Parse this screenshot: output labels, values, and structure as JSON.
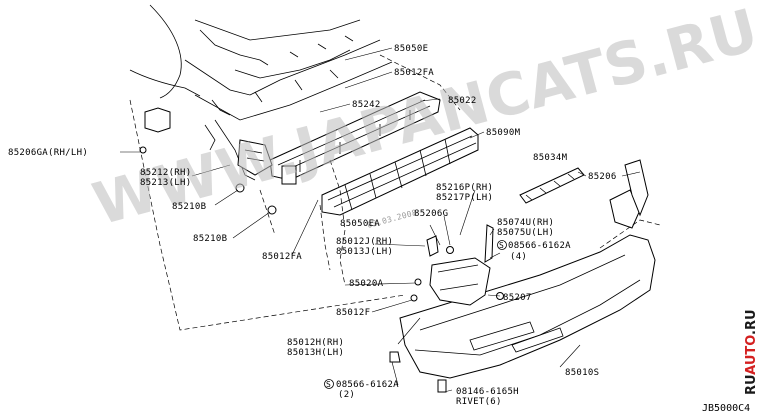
{
  "watermark": {
    "text": "WWW.JAPANCATS.RU",
    "date_stamp": "03.03.2008"
  },
  "brand": {
    "prefix": "RU",
    "middle": "AUTO",
    "suffix": ".RU",
    "prefix_color": "#1a1a1a",
    "middle_color": "#d42020",
    "suffix_color": "#1a1a1a"
  },
  "diagram_code": "JB5000C4",
  "labels": {
    "p85050E": "85050E",
    "p85012FA_top": "85012FA",
    "p85242": "85242",
    "p85022": "85022",
    "p85090M": "85090M",
    "p85206GA": "85206GA(RH/LH)",
    "p85212": "85212(RH)",
    "p85213": "85213(LH)",
    "p85210B_1": "85210B",
    "p85210B_2": "85210B",
    "p85012FA_bot": "85012FA",
    "p85034M": "85034M",
    "p85206": "85206",
    "p85216P": "85216P(RH)",
    "p85217P": "85217P(LH)",
    "p85206G": "85206G",
    "p85050EA": "85050EA",
    "p85074U": "85074U(RH)",
    "p85075U": "85075U(LH)",
    "p85012J": "85012J(RH)",
    "p85013J": "85013J(LH)",
    "p08566_top": "08566-6162A",
    "p08566_top_qty": "(4)",
    "p85020A": "85020A",
    "p85207": "85207",
    "p85012F": "85012F",
    "p85012H": "85012H(RH)",
    "p85013H": "85013H(LH)",
    "p85010S": "85010S",
    "p08566_bot": "08566-6162A",
    "p08566_bot_qty": "(2)",
    "p08146": "08146-6165H",
    "rivet": "RIVET(6)"
  }
}
